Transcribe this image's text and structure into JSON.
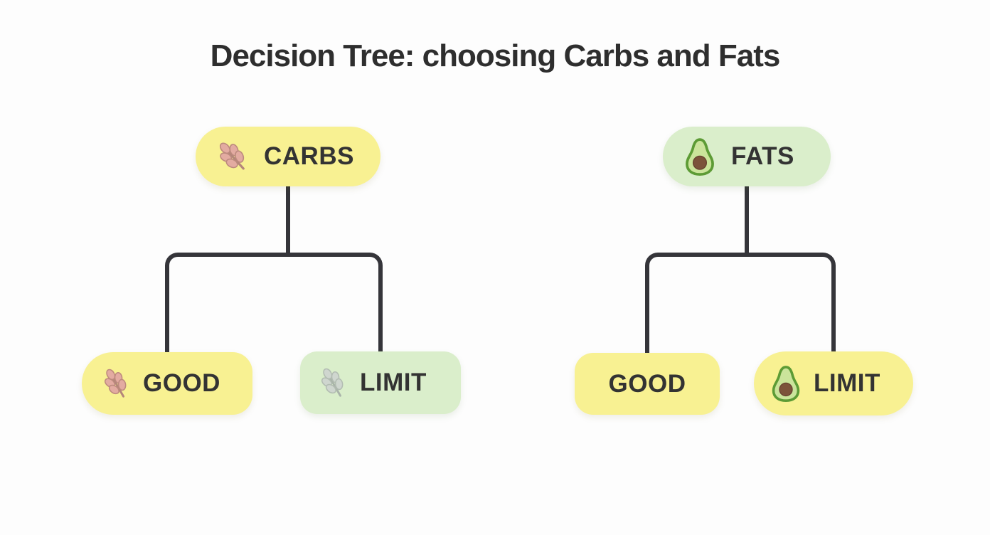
{
  "title": "Decision Tree: choosing Carbs and Fats",
  "colors": {
    "background": "#fdfdfd",
    "node_yellow": "#f8f192",
    "node_green": "#daeecb",
    "connector": "#35353a",
    "node_text": "#333333",
    "title_text": "#2e2e2e",
    "wheat_pink_fill": "#e3aba1",
    "wheat_gray_fill": "#cfd6cf",
    "avocado_skin": "#5d9b35",
    "avocado_flesh": "#cbe49b",
    "avocado_pit": "#7c523a"
  },
  "trees": [
    {
      "root": {
        "label": "CARBS",
        "icon": "wheat-icon",
        "icon_variant": "pink",
        "color": "yellow"
      },
      "children": [
        {
          "label": "GOOD",
          "icon": "wheat-icon",
          "icon_variant": "pink",
          "color": "yellow"
        },
        {
          "label": "LIMIT",
          "icon": "wheat-icon",
          "icon_variant": "gray",
          "color": "green"
        }
      ]
    },
    {
      "root": {
        "label": "FATS",
        "icon": "avocado-icon",
        "color": "green"
      },
      "children": [
        {
          "label": "GOOD",
          "icon": "none",
          "color": "yellow"
        },
        {
          "label": "LIMIT",
          "icon": "avocado-icon",
          "color": "yellow"
        }
      ]
    }
  ]
}
